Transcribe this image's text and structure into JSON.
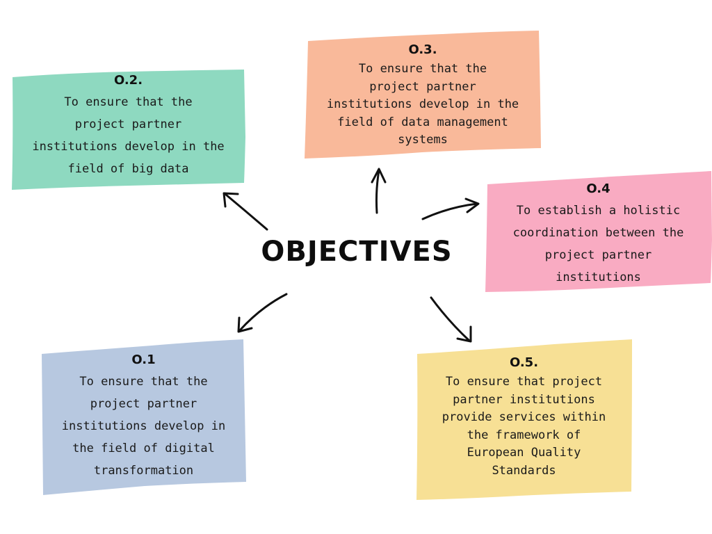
{
  "center": {
    "title": "OBJECTIVES"
  },
  "objectives": {
    "o1": {
      "id": "O.1",
      "lines": [
        "To ensure that the",
        "project partner",
        "institutions develop in",
        "the field of digital",
        "transformation"
      ],
      "color": "#b7c8e0"
    },
    "o2": {
      "id": "O.2.",
      "lines": [
        "To ensure that the",
        "project partner",
        "institutions develop in the",
        "field of big data"
      ],
      "color": "#8ed9c0"
    },
    "o3": {
      "id": "O.3.",
      "lines": [
        "To ensure that the",
        "project partner",
        "institutions develop in the",
        "field of data management",
        "systems"
      ],
      "color": "#f9b99a"
    },
    "o4": {
      "id": "O.4",
      "lines": [
        "To establish a holistic",
        "coordination between the",
        "project partner",
        "institutions"
      ],
      "color": "#f9abc2"
    },
    "o5": {
      "id": "O.5.",
      "lines": [
        "To ensure that project",
        "partner institutions",
        "provide services within",
        "the framework of",
        "European Quality",
        "Standards"
      ],
      "color": "#f7e095"
    }
  }
}
